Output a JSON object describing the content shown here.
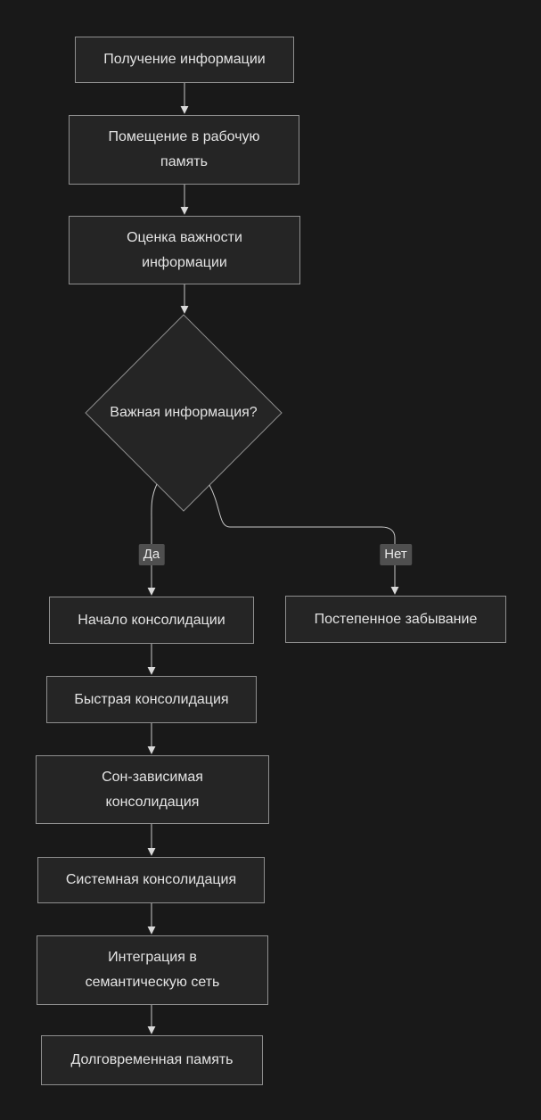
{
  "diagram": {
    "type": "flowchart",
    "direction": "top-down",
    "colors": {
      "background": "#191919",
      "node_fill": "#252525",
      "node_border": "#8e8e8e",
      "node_text": "#e3e3e3",
      "edge_line": "#c8c8c8",
      "arrowhead": "#d9d9d9",
      "edge_label_bg": "#4f4f4f",
      "edge_label_text": "#e8e8e8"
    },
    "nodes": {
      "receive": "Получение информации",
      "working_memory": "Помещение в рабочую\nпамять",
      "evaluate": "Оценка важности\nинформации",
      "decision": "Важная информация?",
      "start_consolidation": "Начало консолидации",
      "forgetting": "Постепенное забывание",
      "fast_consolidation": "Быстрая консолидация",
      "sleep_consolidation": "Сон-зависимая\nконсолидация",
      "system_consolidation": "Системная консолидация",
      "semantic_integration": "Интеграция в\nсемантическую сеть",
      "long_term_memory": "Долговременная память"
    },
    "edge_labels": {
      "yes": "Да",
      "no": "Нет"
    },
    "edges": [
      {
        "from": "receive",
        "to": "working_memory",
        "label": ""
      },
      {
        "from": "working_memory",
        "to": "evaluate",
        "label": ""
      },
      {
        "from": "evaluate",
        "to": "decision",
        "label": ""
      },
      {
        "from": "decision",
        "to": "start_consolidation",
        "label": "Да"
      },
      {
        "from": "decision",
        "to": "forgetting",
        "label": "Нет"
      },
      {
        "from": "start_consolidation",
        "to": "fast_consolidation",
        "label": ""
      },
      {
        "from": "fast_consolidation",
        "to": "sleep_consolidation",
        "label": ""
      },
      {
        "from": "sleep_consolidation",
        "to": "system_consolidation",
        "label": ""
      },
      {
        "from": "system_consolidation",
        "to": "semantic_integration",
        "label": ""
      },
      {
        "from": "semantic_integration",
        "to": "long_term_memory",
        "label": ""
      }
    ]
  }
}
